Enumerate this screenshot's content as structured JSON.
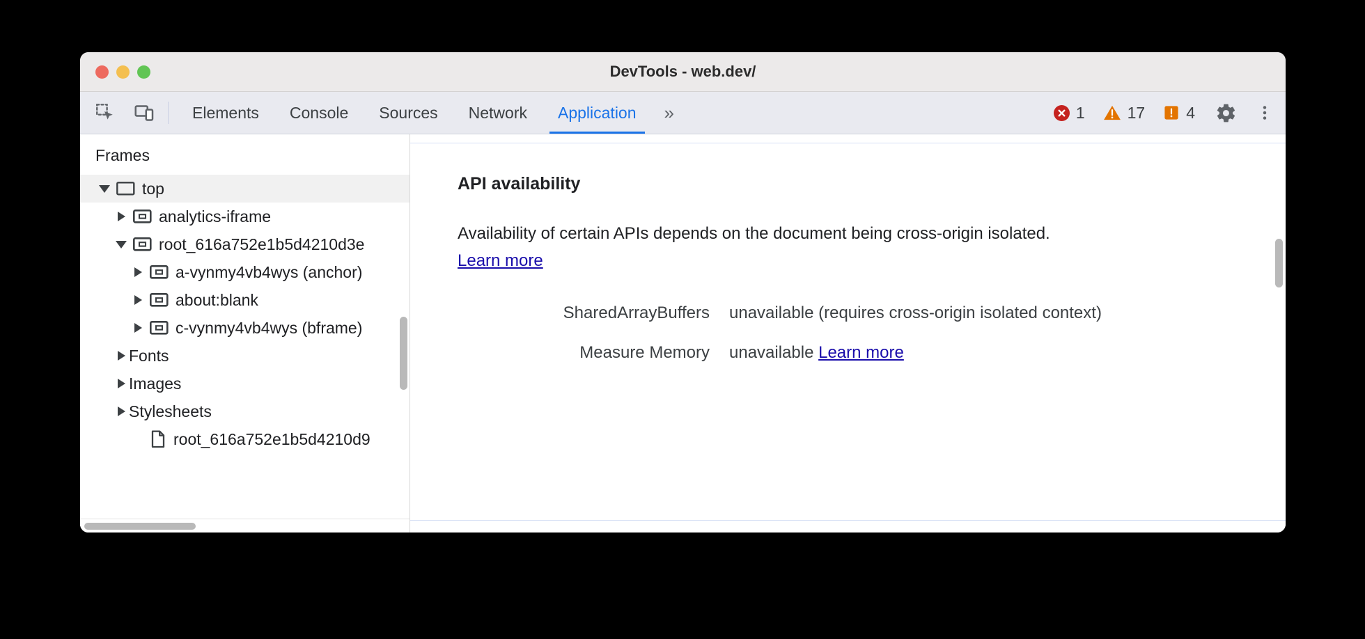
{
  "window": {
    "title": "DevTools - web.dev/",
    "traffic_lights": [
      "close-red",
      "minimize-yellow",
      "maximize-green"
    ]
  },
  "toolbar": {
    "icons": [
      {
        "name": "inspect-element-icon",
        "label": "Inspect element"
      },
      {
        "name": "device-toolbar-icon",
        "label": "Toggle device toolbar"
      }
    ],
    "tabs": [
      {
        "label": "Elements",
        "active": false
      },
      {
        "label": "Console",
        "active": false
      },
      {
        "label": "Sources",
        "active": false
      },
      {
        "label": "Network",
        "active": false
      },
      {
        "label": "Application",
        "active": true
      }
    ],
    "overflow_label": "»",
    "counters": [
      {
        "name": "error-counter",
        "icon": "error-icon",
        "count": "1",
        "color": "#c5221f"
      },
      {
        "name": "warning-counter",
        "icon": "warning-icon",
        "count": "17",
        "color": "#e37400"
      },
      {
        "name": "info-counter",
        "icon": "issues-icon",
        "count": "4",
        "color": "#e37400"
      }
    ],
    "settings_label": "Settings",
    "more_label": "Customize and control DevTools"
  },
  "sidebar": {
    "title": "Frames",
    "tree": [
      {
        "label": "top",
        "indent": 0,
        "twisty": "open",
        "icon": "frame-top-icon",
        "selected": true
      },
      {
        "label": "analytics-iframe",
        "indent": 1,
        "twisty": "closed",
        "icon": "frame-icon",
        "selected": false
      },
      {
        "label": "root_616a752e1b5d4210d3e",
        "indent": 1,
        "twisty": "open",
        "icon": "frame-icon",
        "selected": false
      },
      {
        "label": "a-vynmy4vb4wys (anchor)",
        "indent": 2,
        "twisty": "closed",
        "icon": "frame-icon",
        "selected": false
      },
      {
        "label": "about:blank",
        "indent": 2,
        "twisty": "closed",
        "icon": "frame-icon",
        "selected": false
      },
      {
        "label": "c-vynmy4vb4wys (bframe)",
        "indent": 2,
        "twisty": "closed",
        "icon": "frame-icon",
        "selected": false
      },
      {
        "label": "Fonts",
        "indent": 1,
        "twisty": "closed",
        "icon": "none",
        "selected": false
      },
      {
        "label": "Images",
        "indent": 1,
        "twisty": "closed",
        "icon": "none",
        "selected": false
      },
      {
        "label": "Stylesheets",
        "indent": 1,
        "twisty": "closed",
        "icon": "none",
        "selected": false
      },
      {
        "label": "root_616a752e1b5d4210d9",
        "indent": 2,
        "twisty": "none",
        "icon": "document-icon",
        "selected": false
      }
    ]
  },
  "main": {
    "section_title": "API availability",
    "paragraph_prefix": "Availability of certain APIs depends on the document being cross-origin isolated. ",
    "paragraph_link": "Learn more",
    "rows": [
      {
        "key": "SharedArrayBuffers",
        "value": "unavailable",
        "note": "(requires cross-origin isolated context)",
        "link": ""
      },
      {
        "key": "Measure Memory",
        "value": "unavailable",
        "note": "",
        "link": "Learn more"
      }
    ]
  },
  "colors": {
    "accent": "#1a73e8",
    "link": "#1a0dab",
    "error": "#c5221f",
    "warning": "#e37400",
    "toolbar_bg": "#e9eaf0",
    "titlebar_bg": "#eceaea"
  }
}
